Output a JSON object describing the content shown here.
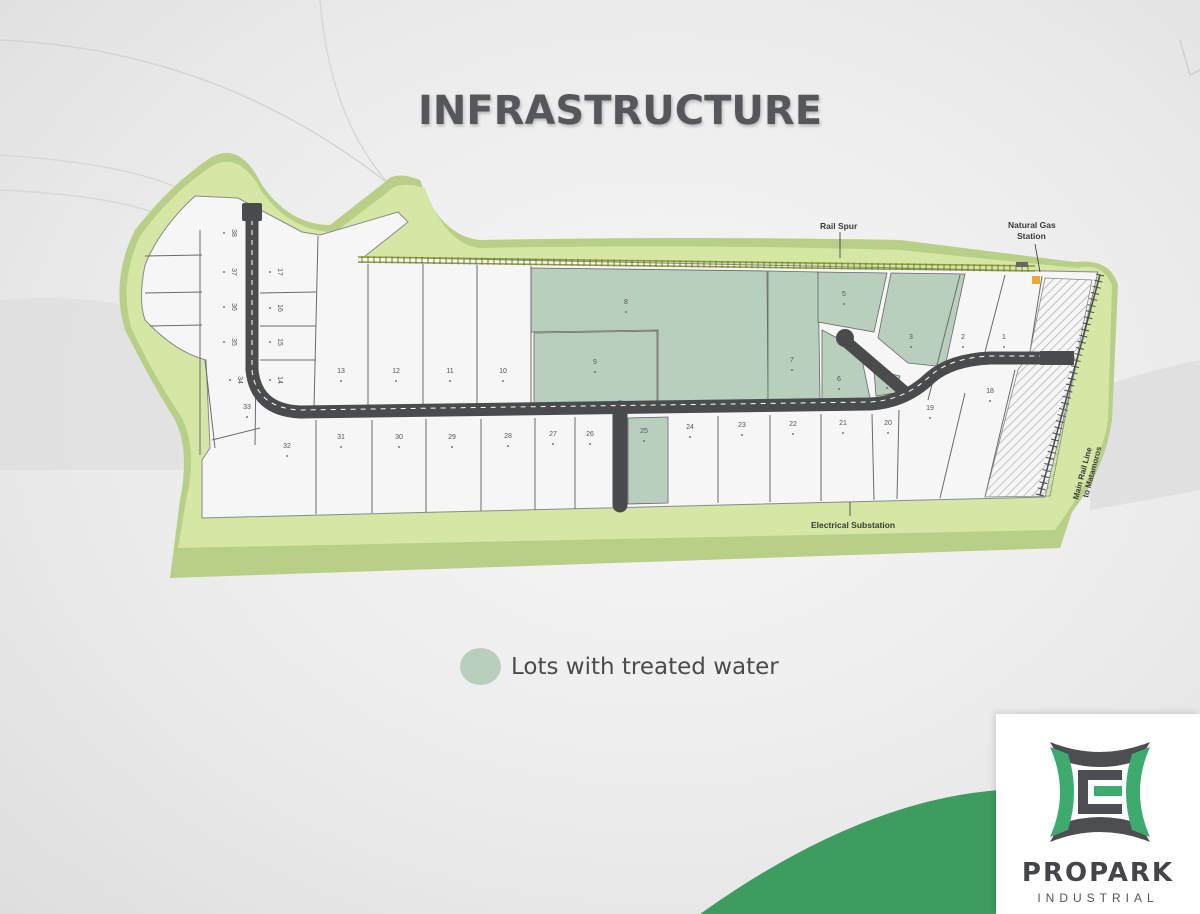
{
  "title": "INFRASTRUCTURE",
  "map": {
    "labels": {
      "rail_spur": "Rail Spur",
      "natural_gas_line1": "Natural Gas",
      "natural_gas_line2": "Station",
      "electrical_substation": "Electrical Substation",
      "main_rail_line1": "Main Rail Line",
      "main_rail_line2": "to Matamoros"
    },
    "lots": [
      "1",
      "2",
      "3",
      "4",
      "5",
      "6",
      "7",
      "8",
      "9",
      "10",
      "11",
      "12",
      "13",
      "14",
      "15",
      "16",
      "17",
      "18",
      "19",
      "20",
      "21",
      "22",
      "23",
      "24",
      "25",
      "26",
      "27",
      "28",
      "29",
      "30",
      "31",
      "32",
      "33",
      "34",
      "35",
      "36",
      "37",
      "38"
    ],
    "treated_water_lots": [
      "3",
      "4",
      "5",
      "6",
      "7",
      "8",
      "9",
      "25"
    ],
    "colors": {
      "treated_water": "#b9cfbd",
      "lot_fill": "#f6f6f6",
      "road": "#4a4b4d",
      "green_border": "#d5e6a5"
    }
  },
  "legend": {
    "label": "Lots with treated water",
    "color": "#b9cfbd"
  },
  "logo": {
    "name": "PROPARK",
    "subtitle": "INDUSTRIAL",
    "colors": {
      "green": "#3daa6e",
      "gray": "#4d4e51"
    }
  }
}
